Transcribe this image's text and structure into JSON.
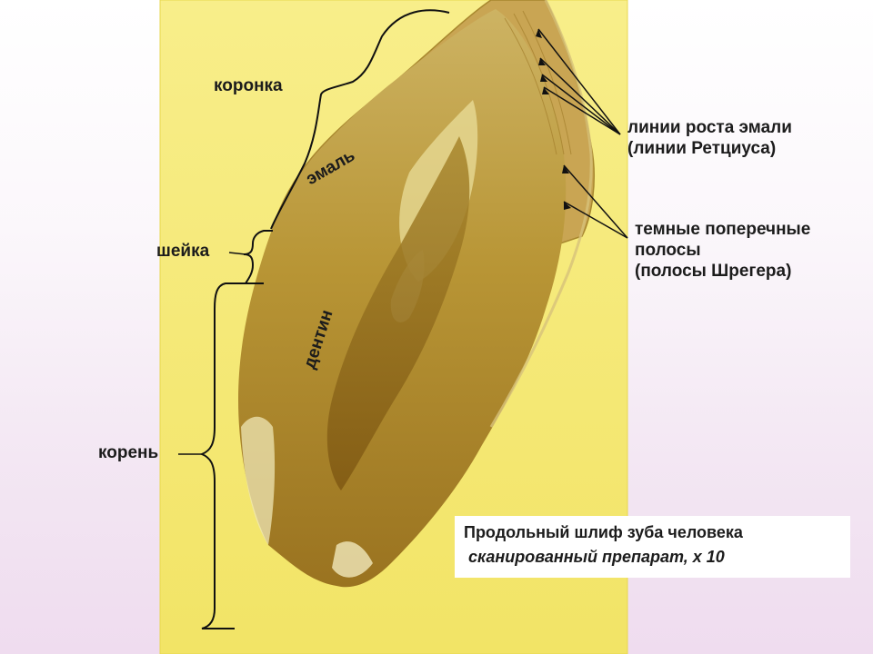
{
  "labels": {
    "crown": "коронка",
    "enamel": "эмаль",
    "neck": "шейка",
    "dentin": "дентин",
    "root": "корень"
  },
  "retzius": {
    "line1": "линии роста эмали",
    "line2": "(линии Ретциуса)"
  },
  "schreger": {
    "line1": "темные поперечные",
    "line2": "полосы",
    "line3": "(полосы Шрегера)"
  },
  "caption": {
    "title": "Продольный шлиф зуба человека",
    "subtitle": "сканированный препарат,  х 10"
  },
  "colors": {
    "slide_bg": "#f3e7f3",
    "slide_yellow": "#f6ea72",
    "enamel": "#c8a24e",
    "dentin": "#b08a2a",
    "pulp": "#8a5e16",
    "annotation": "#111111"
  }
}
